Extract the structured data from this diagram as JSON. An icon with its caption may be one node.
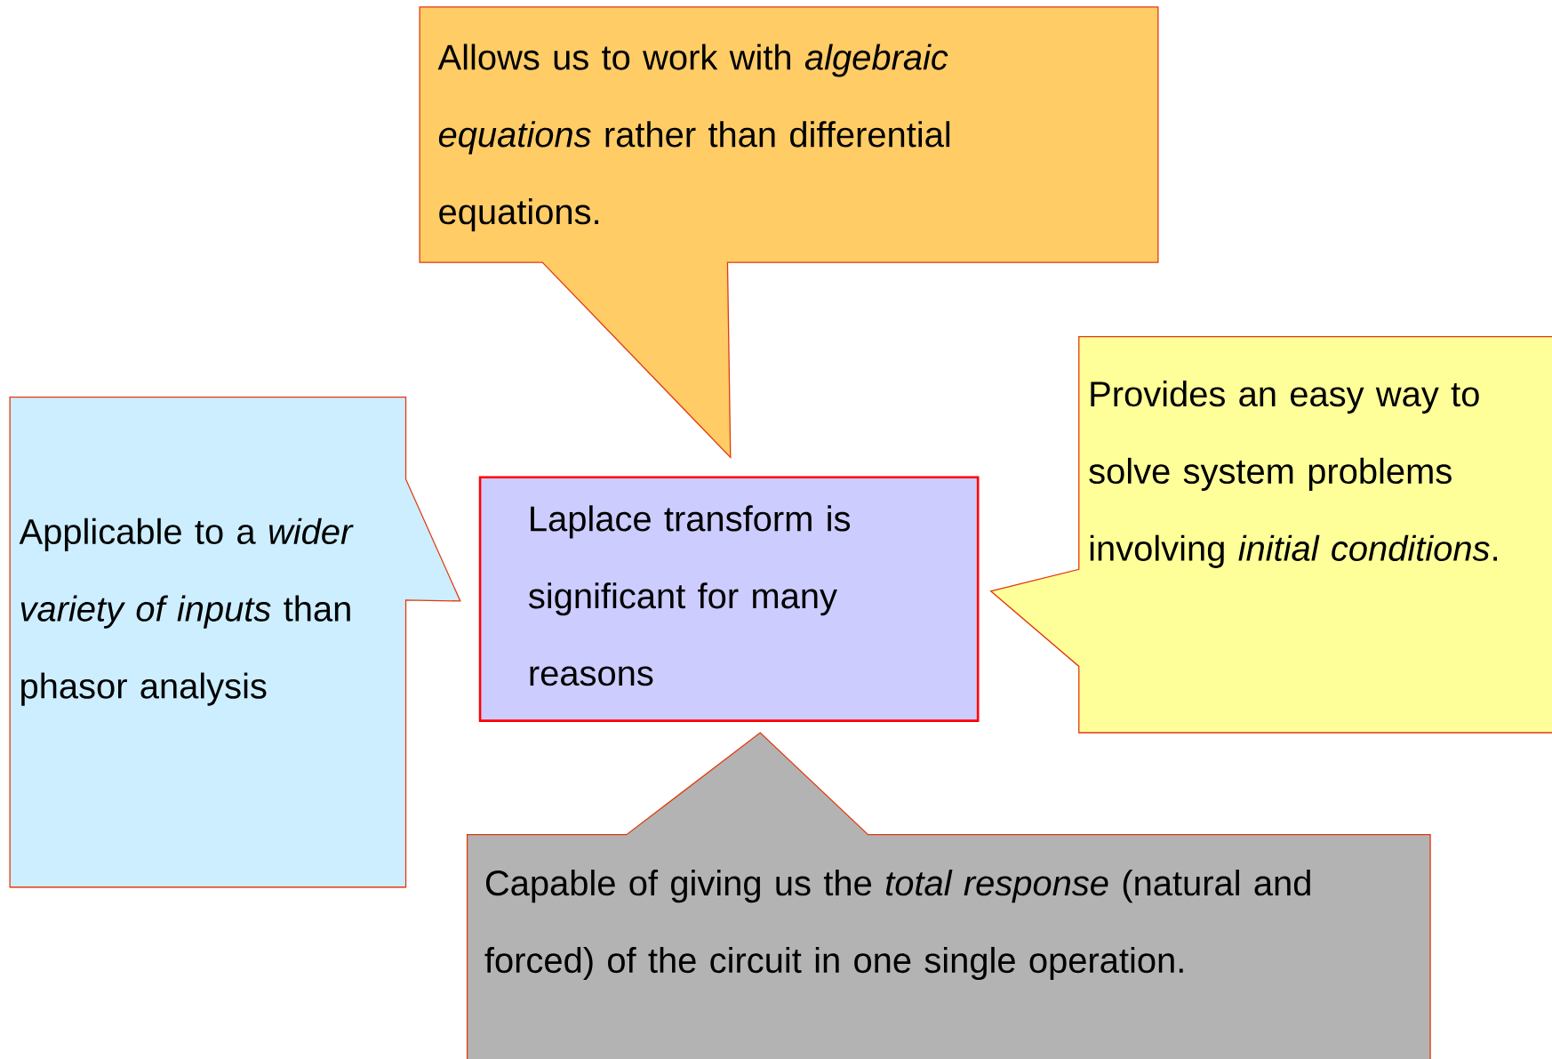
{
  "diagram": {
    "nodes": [
      {
        "text": [
          "Allows us to work with *algebraic equations* rather than differential equations."
        ]
      },
      {
        "text": [
          "Applicable to a *wider variety of inputs* than phasor analysis"
        ]
      },
      {
        "text": [
          "Laplace transform is significant for many reasons"
        ]
      },
      {
        "text": [
          "Provides an easy way to solve system problems involving *initial conditions*."
        ]
      },
      {
        "text": [
          "Capable of giving us the *total response* (natural and forced) of the circuit in one single operation."
        ]
      }
    ]
  }
}
